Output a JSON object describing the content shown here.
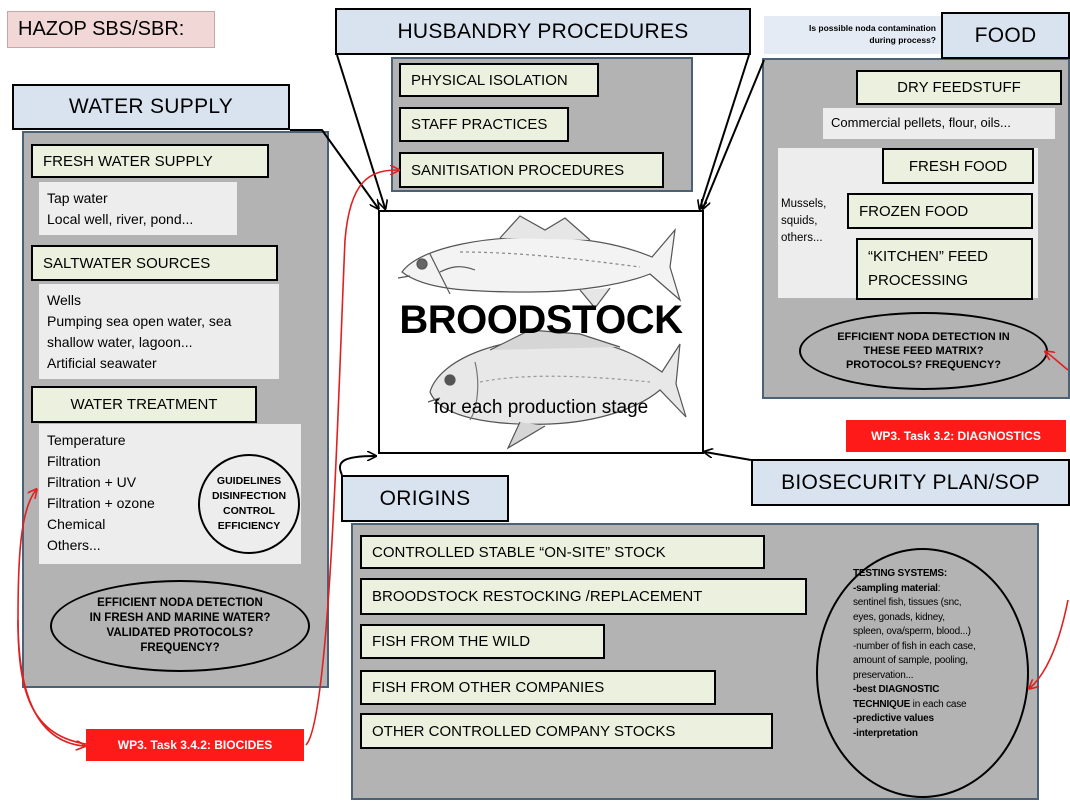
{
  "title": "HAZOP SBS/SBR:",
  "water_supply": {
    "header": "WATER SUPPLY",
    "fresh": {
      "label": "FRESH WATER SUPPLY",
      "lines": [
        "Tap water",
        "Local well, river, pond..."
      ]
    },
    "salt": {
      "label": "SALTWATER SOURCES",
      "lines": [
        "Wells",
        "Pumping sea open water, sea",
        "shallow water, lagoon...",
        "Artificial seawater"
      ]
    },
    "treatment": {
      "label": "WATER TREATMENT",
      "lines": [
        "Temperature",
        "Filtration",
        "Filtration + UV",
        "Filtration + ozone",
        "Chemical",
        "Others..."
      ]
    },
    "guidelines": [
      "GUIDELINES",
      "DISINFECTION",
      "CONTROL",
      "EFFICIENCY"
    ],
    "question": [
      "EFFICIENT NODA DETECTION",
      "IN FRESH AND MARINE WATER?",
      "VALIDATED PROTOCOLS?",
      "FREQUENCY?"
    ]
  },
  "husbandry": {
    "header": "HUSBANDRY PROCEDURES",
    "items": [
      "PHYSICAL ISOLATION",
      "STAFF PRACTICES",
      "SANITISATION PROCEDURES"
    ]
  },
  "food": {
    "header": "FOOD",
    "note": [
      "Is possible noda contamination",
      "during process?"
    ],
    "dry": "DRY FEEDSTUFF",
    "dry_note": "Commercial pellets, flour, oils...",
    "fresh": "FRESH FOOD",
    "frozen": "FROZEN FOOD",
    "kitchen": [
      "“KITCHEN” FEED",
      "PROCESSING"
    ],
    "side_note": [
      "Mussels,",
      "squids,",
      "others..."
    ],
    "question": [
      "EFFICIENT NODA DETECTION IN",
      "THESE FEED MATRIX?",
      "PROTOCOLS? FREQUENCY?"
    ]
  },
  "center": {
    "title": "BROODSTOCK",
    "subtitle": "for each production stage",
    "fish_top": "sea-bass-drawing",
    "fish_bottom": "sea-bream-drawing"
  },
  "biosecurity": "BIOSECURITY PLAN/SOP",
  "origins": {
    "header": "ORIGINS",
    "items": [
      "CONTROLLED STABLE “ON-SITE” STOCK",
      "BROODSTOCK RESTOCKING /REPLACEMENT",
      "FISH FROM THE WILD",
      "FISH FROM OTHER COMPANIES",
      "OTHER CONTROLLED COMPANY STOCKS"
    ],
    "testing": {
      "heading": "TESTING SYSTEMS:",
      "l1_bold": "-sampling material",
      "l1_rest": ":",
      "l2": "sentinel fish, tissues (snc,",
      "l3": "eyes, gonads, kidney,",
      "l4": "spleen, ova/sperm, blood...)",
      "l5": "-number of fish in each case,",
      "l6": "amount of sample, pooling,",
      "l7": "preservation...",
      "l8_bold": "-best DIAGNOSTIC",
      "l9_bold": "TECHNIQUE",
      "l9_rest": " in each case",
      "l10": "-predictive values",
      "l11": "-interpretation"
    }
  },
  "tags": {
    "diagnostics": "WP3. Task 3.2: DIAGNOSTICS",
    "biocides": "WP3. Task 3.4.2: BIOCIDES"
  },
  "colors": {
    "header_fill": "#d9e3f0",
    "panel_fill": "#b3b3b3",
    "item_fill": "#ebf1de",
    "red": "#ff1a1a",
    "title_fill": "#f2d7d7"
  }
}
